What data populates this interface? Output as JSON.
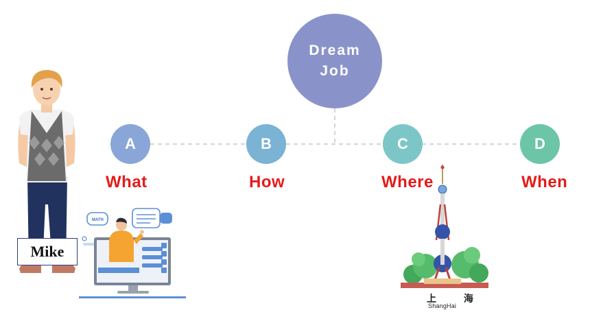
{
  "hub": {
    "line1": "Dream",
    "line2": "Job"
  },
  "nodes": [
    {
      "letter": "A",
      "label": "What",
      "color": "#8aa6d8"
    },
    {
      "letter": "B",
      "label": "How",
      "color": "#7ab3d4"
    },
    {
      "letter": "C",
      "label": "Where",
      "color": "#7cc6c8"
    },
    {
      "letter": "D",
      "label": "When",
      "color": "#6cc5a6"
    }
  ],
  "person": {
    "name": "Mike"
  },
  "city": {
    "chinese": "上 海",
    "pinyin": "ShangHai"
  },
  "colors": {
    "hub": "#8a93c9",
    "label": "#e51b1b",
    "connector": "#d4d4d4"
  },
  "icons": [
    "boy-illustration",
    "online-teacher-illustration",
    "shanghai-tower-illustration"
  ]
}
